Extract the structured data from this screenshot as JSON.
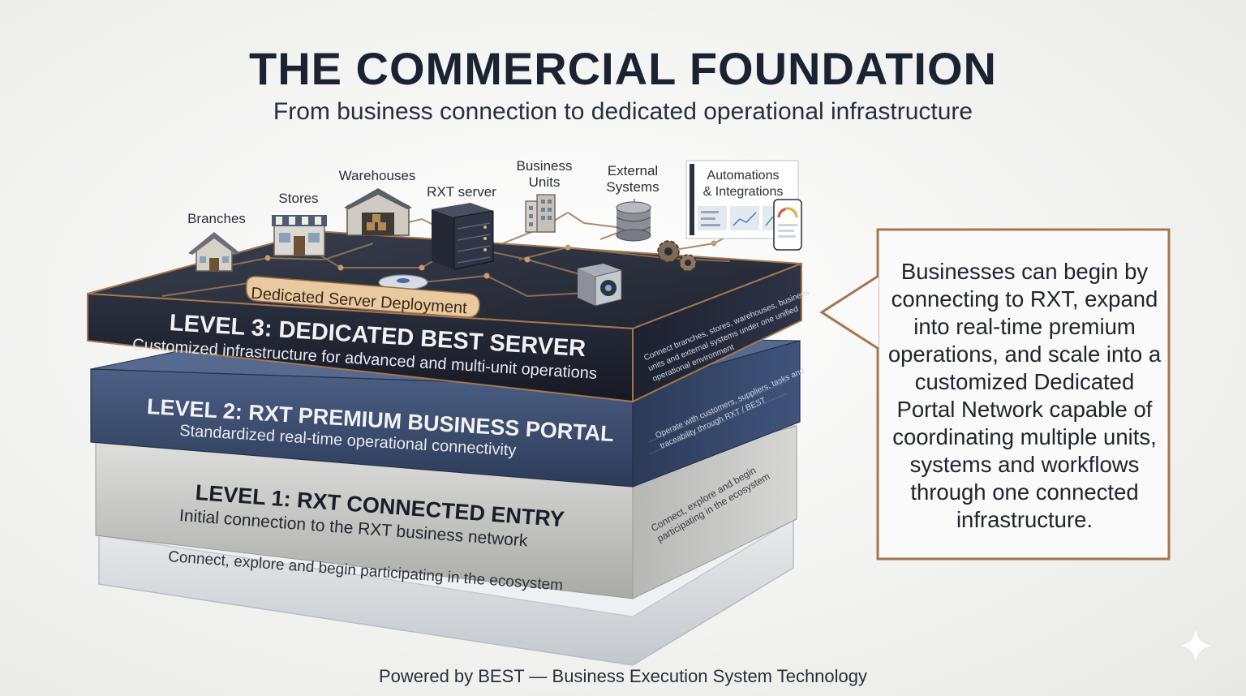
{
  "header": {
    "title": "THE COMMERCIAL FOUNDATION",
    "subtitle": "From business connection to dedicated operational infrastructure"
  },
  "nodes": [
    {
      "label": "Branches",
      "icon": "house-icon"
    },
    {
      "label": "Stores",
      "icon": "store-icon"
    },
    {
      "label": "Warehouses",
      "icon": "warehouse-icon"
    },
    {
      "label": "RXT server",
      "icon": "server-icon"
    },
    {
      "label": "Business\nUnits",
      "icon": "office-building-icon"
    },
    {
      "label": "External\nSystems",
      "icon": "database-icon"
    },
    {
      "label": "Automations\n& Integrations",
      "icon": "dashboard-icon"
    }
  ],
  "levels": {
    "level3": {
      "badge": "Dedicated Server Deployment",
      "title": "LEVEL 3: DEDICATED BEST SERVER",
      "subtitle": "Customized infrastructure for advanced and multi-unit operations",
      "side_text": "Connect branches, stores, warehouses, business units and external systems under one unified operational environment"
    },
    "level2": {
      "title": "LEVEL 2: RXT PREMIUM BUSINESS PORTAL",
      "subtitle": "Standardized real-time operational connectivity",
      "side_text": "Operate with customers, suppliers, tasks and traceability through RXT / BEST"
    },
    "level1": {
      "title": "LEVEL 1: RXT CONNECTED ENTRY",
      "subtitle": "Initial connection to the RXT business network",
      "base_text": "Connect, explore and begin participating in the ecosystem",
      "side_text": "Connect, explore and begin participating in the ecosystem"
    }
  },
  "callout": {
    "text": "Businesses can begin by connecting to RXT, expand into real-time premium operations, and scale into a customized Dedicated Portal Network capable of coordinating multiple units, systems and workflows through one connected infrastructure."
  },
  "footer": {
    "text": "Powered by BEST — Business Execution System Technology"
  },
  "colors": {
    "level3": "#262b3a",
    "level2": "#3b4d70",
    "level1": "#c9c9c6",
    "accent_bronze": "#a5774f"
  }
}
